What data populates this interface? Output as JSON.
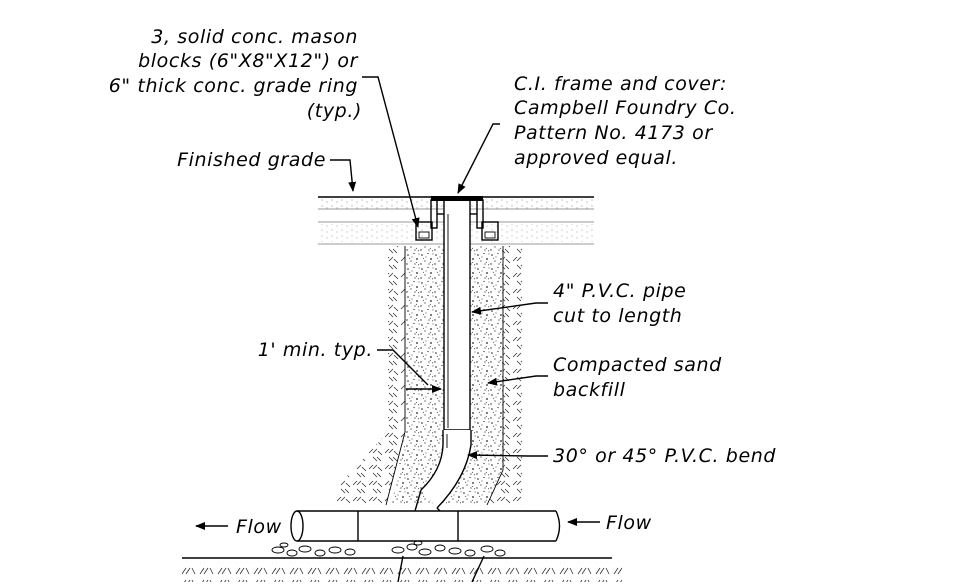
{
  "labels": {
    "blocks": [
      "3, solid conc. mason",
      "blocks (6\"X8\"X12\") or",
      "6\" thick conc. grade ring",
      "(typ.)"
    ],
    "frame": [
      "C.I. frame and cover:",
      "Campbell Foundry Co.",
      "Pattern No. 4173 or",
      "approved equal."
    ],
    "finished_grade": "Finished grade",
    "pipe": [
      "4\" P.V.C. pipe",
      "cut to length"
    ],
    "min": "1' min. typ.",
    "sand": [
      "Compacted sand",
      "backfill"
    ],
    "bend": "30° or 45° P.V.C. bend",
    "flow_left": "Flow",
    "flow_right": "Flow"
  }
}
